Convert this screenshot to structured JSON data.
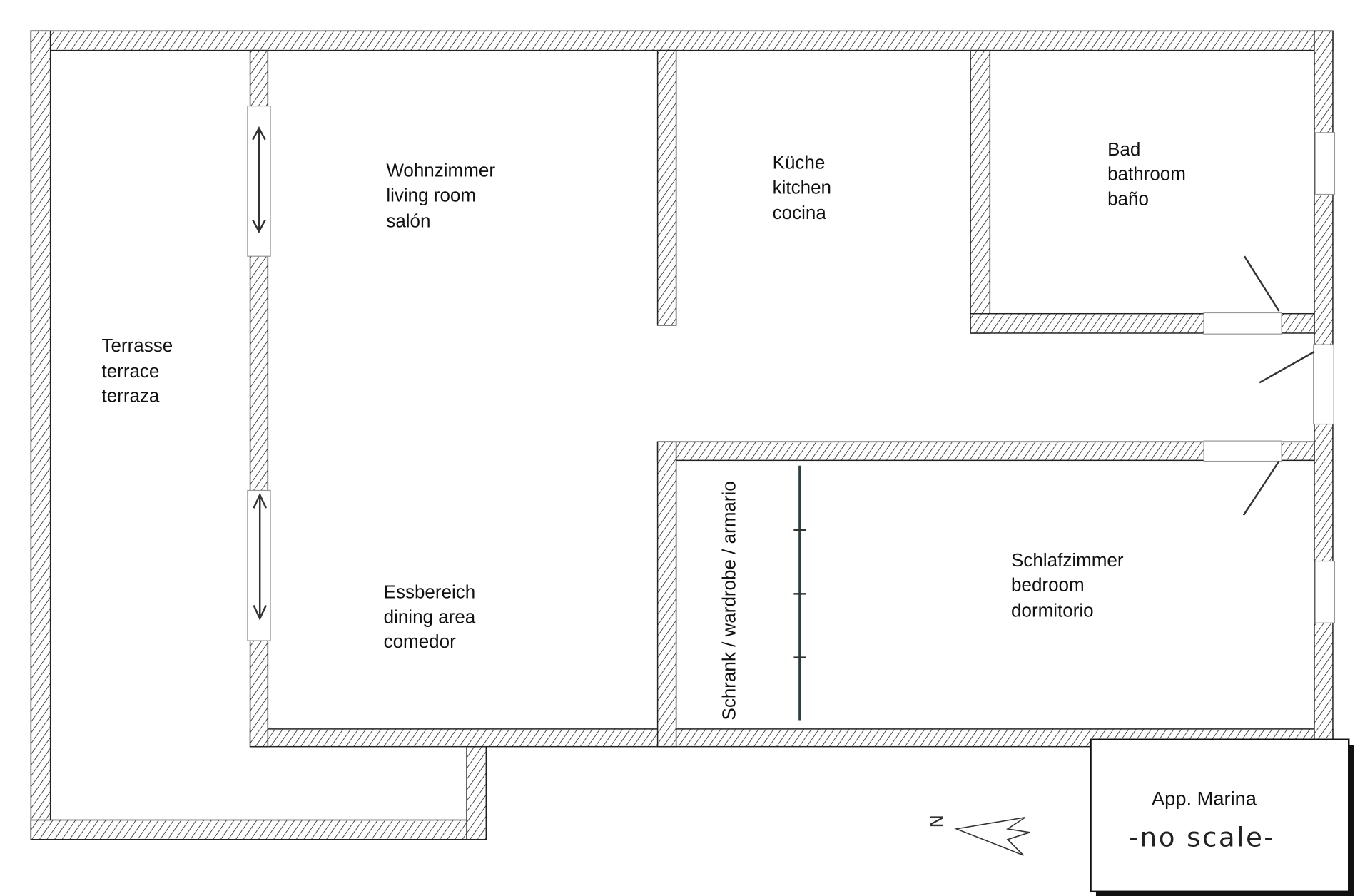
{
  "rooms": {
    "terrace": [
      "Terrasse",
      "terrace",
      "terraza"
    ],
    "living": [
      "Wohnzimmer",
      "living room",
      "salón"
    ],
    "kitchen": [
      "Küche",
      "kitchen",
      "cocina"
    ],
    "bathroom": [
      "Bad",
      "bathroom",
      "baño"
    ],
    "dining": [
      "Essbereich",
      "dining area",
      "comedor"
    ],
    "bedroom": [
      "Schlafzimmer",
      "bedroom",
      "dormitorio"
    ],
    "wardrobe": "Schrank / wardrobe / armario"
  },
  "title_box": {
    "name": "App. Marina",
    "note": "-no scale-"
  },
  "compass": {
    "label": "N"
  },
  "colors": {
    "wall_hatch": "#222222",
    "window": "#cfd8d8"
  }
}
